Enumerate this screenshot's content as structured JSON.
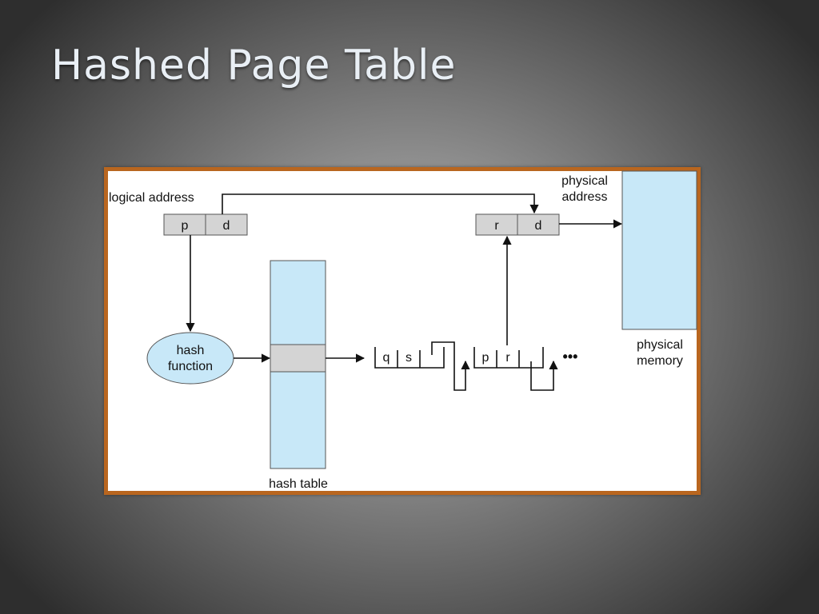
{
  "slide": {
    "title": "Hashed Page Table"
  },
  "diagram": {
    "logical_address": {
      "label": "logical address",
      "fields": [
        "p",
        "d"
      ]
    },
    "physical_address": {
      "label_line1": "physical",
      "label_line2": "address",
      "fields": [
        "r",
        "d"
      ]
    },
    "hash_function": {
      "line1": "hash",
      "line2": "function"
    },
    "hash_table": {
      "label": "hash table"
    },
    "chain": {
      "node1": [
        "q",
        "s"
      ],
      "node2": [
        "p",
        "r"
      ],
      "continuation": "•••"
    },
    "physical_memory": {
      "line1": "physical",
      "line2": "memory"
    },
    "colors": {
      "frame": "#b9661f",
      "memory_fill": "#c8e8f8",
      "register_fill": "#d4d4d4",
      "entry_fill": "#d4d4d4"
    }
  }
}
